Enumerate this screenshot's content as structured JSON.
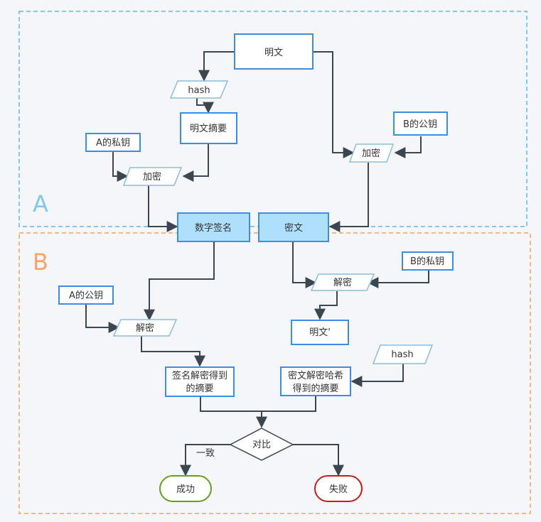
{
  "regions": {
    "a_label": "A",
    "b_label": "B"
  },
  "nodes": {
    "plaintext": "明文",
    "hash_a": "hash",
    "digest": "明文摘要",
    "a_private_key": "A的私钥",
    "encrypt_sign": "加密",
    "digital_signature": "数字签名",
    "encrypt_msg": "加密",
    "b_public_key": "B的公钥",
    "ciphertext": "密文",
    "b_private_key": "B的私钥",
    "decrypt_msg": "解密",
    "plaintext_prime": "明文'",
    "a_public_key": "A的公钥",
    "decrypt_sign": "解密",
    "sig_digest_line1": "签名解密得到",
    "sig_digest_line2": "的摘要",
    "cipher_digest_line1": "密文解密哈希",
    "cipher_digest_line2": "得到的摘要",
    "hash_b": "hash",
    "compare": "对比",
    "match_label": "一致",
    "success": "成功",
    "failure": "失败"
  },
  "colors": {
    "region_a": "#5fb6f2",
    "region_b": "#f4a460",
    "box_border": "#3a8ee6",
    "highlight_fill": "#aee0fb",
    "io_border": "#88bfd6",
    "edge": "#3b4650",
    "success": "#6a9c1f",
    "failure": "#c51d1d",
    "label_a": "#7cc8f3",
    "label_b": "#f5a56a"
  }
}
